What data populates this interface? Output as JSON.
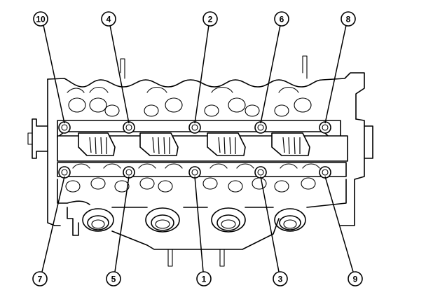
{
  "bolts": [
    {
      "label": "1",
      "position": "lower row, center-left"
    },
    {
      "label": "2",
      "position": "upper row, center"
    },
    {
      "label": "3",
      "position": "lower row, center-right"
    },
    {
      "label": "4",
      "position": "upper row, left-center"
    },
    {
      "label": "5",
      "position": "lower row, left-center"
    },
    {
      "label": "6",
      "position": "upper row, right-center"
    },
    {
      "label": "7",
      "position": "lower row, far left"
    },
    {
      "label": "8",
      "position": "upper row, far right"
    },
    {
      "label": "9",
      "position": "lower row, far right"
    },
    {
      "label": "10",
      "position": "upper row, far left"
    }
  ],
  "colors": {
    "line": "#000000",
    "background": "#ffffff"
  }
}
